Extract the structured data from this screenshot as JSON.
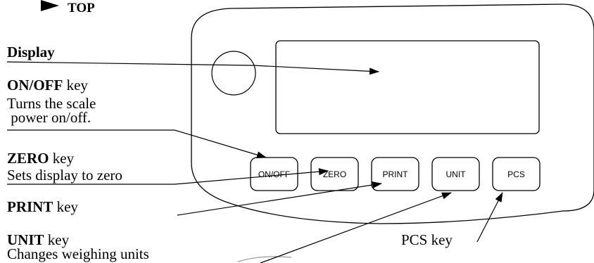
{
  "orientation_label": "TOP",
  "labels": {
    "display": "Display",
    "onoff_name": "ON/OFF",
    "onoff_suffix": " key",
    "onoff_desc1": "Turns the scale",
    "onoff_desc2": " power on/off.",
    "zero_name": "ZERO",
    "zero_suffix": " key",
    "zero_desc": "Sets display to zero",
    "print_name": "PRINT",
    "print_suffix": " key",
    "unit_name": "UNIT",
    "unit_suffix": " key",
    "unit_desc": "Changes weighing units",
    "pcs": "PCS key"
  },
  "keys": {
    "onoff": "ON/OFF",
    "zero": "ZERO",
    "print": "PRINT",
    "unit": "UNIT",
    "pcs": "PCS"
  }
}
